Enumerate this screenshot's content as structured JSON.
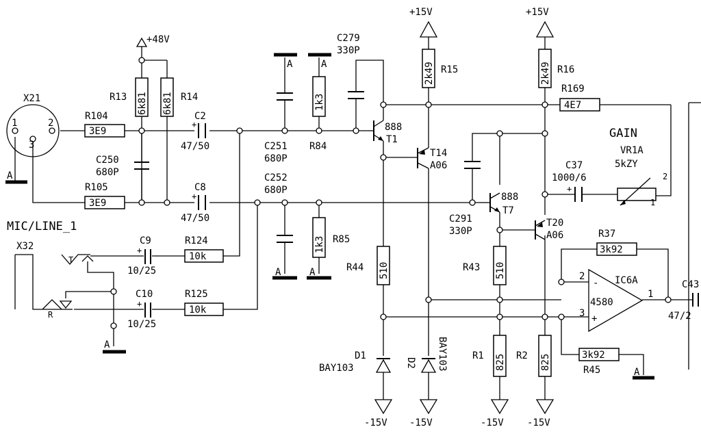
{
  "rails": {
    "p48": "+48V",
    "p15": "+15V",
    "m15": "-15V",
    "gnd": "A"
  },
  "connectors": {
    "x21": {
      "ref": "X21",
      "pin1": "1",
      "pin2": "2",
      "pin3": "3"
    },
    "x32": {
      "ref": "X32",
      "tip": "T",
      "ring": "R"
    },
    "section_label": "MIC/LINE_1"
  },
  "resistors": {
    "r104": {
      "ref": "R104",
      "value": "3E9"
    },
    "r105": {
      "ref": "R105",
      "value": "3E9"
    },
    "r13": {
      "ref": "R13",
      "value": "6k81"
    },
    "r14": {
      "ref": "R14",
      "value": "6k81"
    },
    "r84": {
      "ref": "R84",
      "value": "1k3"
    },
    "r85": {
      "ref": "R85",
      "value": "1k3"
    },
    "r15": {
      "ref": "R15",
      "value": "2k49"
    },
    "r16": {
      "ref": "R16",
      "value": "2k49"
    },
    "r169": {
      "ref": "R169",
      "value": "4E7"
    },
    "r124": {
      "ref": "R124",
      "value": "10k"
    },
    "r125": {
      "ref": "R125",
      "value": "10k"
    },
    "r44": {
      "ref": "R44",
      "value": "510"
    },
    "r43": {
      "ref": "R43",
      "value": "510"
    },
    "r1": {
      "ref": "R1",
      "value": "825"
    },
    "r2": {
      "ref": "R2",
      "value": "825"
    },
    "r37": {
      "ref": "R37",
      "value": "3k92"
    },
    "r45": {
      "ref": "R45",
      "value": "3k92"
    }
  },
  "capacitors": {
    "c2": {
      "ref": "C2",
      "value": "47/50"
    },
    "c8": {
      "ref": "C8",
      "value": "47/50"
    },
    "c250": {
      "ref": "C250",
      "value": "680P"
    },
    "c251": {
      "ref": "C251",
      "value": "680P"
    },
    "c252": {
      "ref": "C252",
      "value": "680P"
    },
    "c279": {
      "ref": "C279",
      "value": "330P"
    },
    "c291": {
      "ref": "C291",
      "value": "330P"
    },
    "c9": {
      "ref": "C9",
      "value": "10/25"
    },
    "c10": {
      "ref": "C10",
      "value": "10/25"
    },
    "c37": {
      "ref": "C37",
      "value": "1000/6"
    },
    "c43": {
      "ref": "C43",
      "value": "47/2"
    }
  },
  "transistors": {
    "t1": {
      "ref": "T1",
      "value": "888"
    },
    "t7": {
      "ref": "T7",
      "value": "888"
    },
    "t14": {
      "ref": "T14",
      "value": "A06"
    },
    "t20": {
      "ref": "T20",
      "value": "A06"
    }
  },
  "diodes": {
    "d1": {
      "ref": "D1",
      "value": "BAY103"
    },
    "d2": {
      "ref": "D2",
      "value": "BAY103"
    }
  },
  "gain": {
    "label": "GAIN",
    "pot_ref": "VR1A",
    "pot_value": "5kZY",
    "pin1": "1",
    "pin2": "2"
  },
  "opamp": {
    "ref": "IC6A",
    "value": "4580",
    "minus": "-",
    "plus": "+",
    "pin1": "1",
    "pin2": "2",
    "pin3": "3"
  }
}
